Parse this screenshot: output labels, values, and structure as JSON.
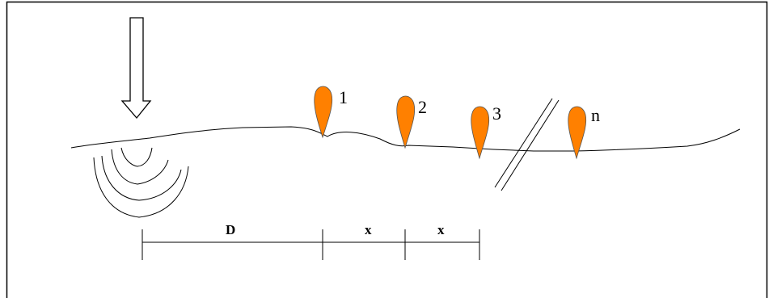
{
  "diagram": {
    "geophones": [
      {
        "label": "1"
      },
      {
        "label": "2"
      },
      {
        "label": "3"
      },
      {
        "label": "n"
      }
    ],
    "spacing_labels": {
      "offset": "D",
      "interval_1": "x",
      "interval_2": "x"
    },
    "colors": {
      "geophone_fill": "#ff8000",
      "line": "#000000",
      "frame": "#000000",
      "background": "#ffffff"
    },
    "icons": [
      "source-arrow-icon",
      "wavefront-arcs",
      "geophone-icon",
      "break-mark-icon"
    ]
  }
}
